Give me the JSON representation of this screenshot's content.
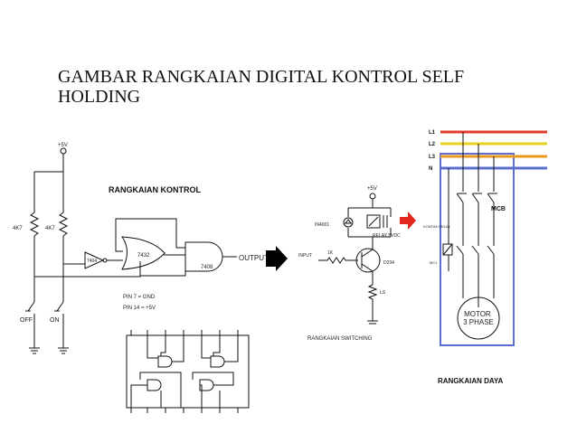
{
  "title": "GAMBAR RANGKAIAN DIGITAL  KONTROL SELF HOLDING",
  "control": {
    "section_label": "RANGKAIAN KONTROL",
    "supply": "+5V",
    "r1": "4K7",
    "r2": "4K7",
    "off": "OFF",
    "on": "ON",
    "gate_not": "7404",
    "gate_or": "7432",
    "gate_and": "7408",
    "output": "OUTPUT",
    "pin7": "PIN 7 = GND",
    "pin14": "PIN 14  =  +5V"
  },
  "switching": {
    "section_label": "RANGKAIAN SWITCHING",
    "supply": "+5V",
    "diode": "IN4001",
    "relay": "RELAY 5VDC",
    "input": "INPUT",
    "resistor": "1K",
    "transistor": "D234",
    "led": "LS"
  },
  "power": {
    "section_label": "RANGKAIAN DAYA",
    "lines": [
      "L1",
      "L2",
      "L3",
      "N"
    ],
    "mcb": "MCB",
    "contactor": "KONTAK RELAY",
    "mc": "MC1",
    "motor": "MOTOR 3 PHASE",
    "line_colors": [
      "#e23b2e",
      "#e8d21e",
      "#e89b1e",
      "#5a6fd0"
    ]
  }
}
